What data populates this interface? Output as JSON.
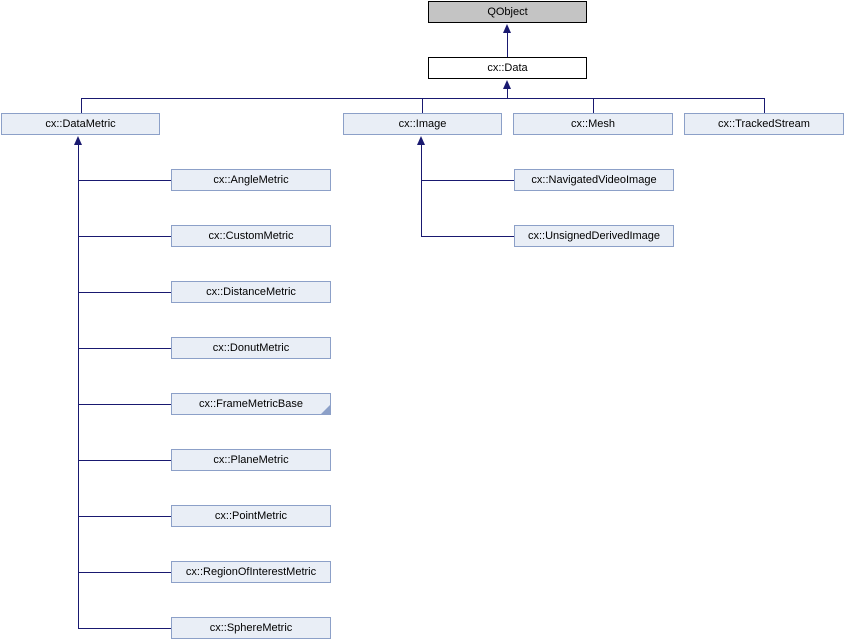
{
  "diagram": {
    "kind": "class-inheritance-graph",
    "colors": {
      "edge": "#191970",
      "child_node_fill": "#e9eef6",
      "child_node_border": "#8ca0c8",
      "root_node_fill": "#c4c4c4",
      "plain_node_fill": "#ffffff",
      "node_border_dark": "#000000",
      "text": "#000000",
      "background": "#ffffff"
    },
    "nodes": {
      "qobject": {
        "label": "QObject"
      },
      "data": {
        "label": "cx::Data"
      },
      "datametric": {
        "label": "cx::DataMetric"
      },
      "image": {
        "label": "cx::Image"
      },
      "mesh": {
        "label": "cx::Mesh"
      },
      "trackedstream": {
        "label": "cx::TrackedStream"
      },
      "anglemetric": {
        "label": "cx::AngleMetric"
      },
      "custommetric": {
        "label": "cx::CustomMetric"
      },
      "distancemetric": {
        "label": "cx::DistanceMetric"
      },
      "donutmetric": {
        "label": "cx::DonutMetric"
      },
      "framemetricbase": {
        "label": "cx::FrameMetricBase",
        "truncated": true
      },
      "planemetric": {
        "label": "cx::PlaneMetric"
      },
      "pointmetric": {
        "label": "cx::PointMetric"
      },
      "regionofinterestmetric": {
        "label": "cx::RegionOfInterestMetric"
      },
      "spheremetric": {
        "label": "cx::SphereMetric"
      },
      "navigatedvideoimage": {
        "label": "cx::NavigatedVideoImage"
      },
      "unsignedderivedimage": {
        "label": "cx::UnsignedDerivedImage"
      }
    },
    "edges": [
      {
        "from": "cx::Data",
        "to": "QObject"
      },
      {
        "from": "cx::DataMetric",
        "to": "cx::Data"
      },
      {
        "from": "cx::Image",
        "to": "cx::Data"
      },
      {
        "from": "cx::Mesh",
        "to": "cx::Data"
      },
      {
        "from": "cx::TrackedStream",
        "to": "cx::Data"
      },
      {
        "from": "cx::AngleMetric",
        "to": "cx::DataMetric"
      },
      {
        "from": "cx::CustomMetric",
        "to": "cx::DataMetric"
      },
      {
        "from": "cx::DistanceMetric",
        "to": "cx::DataMetric"
      },
      {
        "from": "cx::DonutMetric",
        "to": "cx::DataMetric"
      },
      {
        "from": "cx::FrameMetricBase",
        "to": "cx::DataMetric"
      },
      {
        "from": "cx::PlaneMetric",
        "to": "cx::DataMetric"
      },
      {
        "from": "cx::PointMetric",
        "to": "cx::DataMetric"
      },
      {
        "from": "cx::RegionOfInterestMetric",
        "to": "cx::DataMetric"
      },
      {
        "from": "cx::SphereMetric",
        "to": "cx::DataMetric"
      },
      {
        "from": "cx::NavigatedVideoImage",
        "to": "cx::Image"
      },
      {
        "from": "cx::UnsignedDerivedImage",
        "to": "cx::Image"
      }
    ]
  }
}
